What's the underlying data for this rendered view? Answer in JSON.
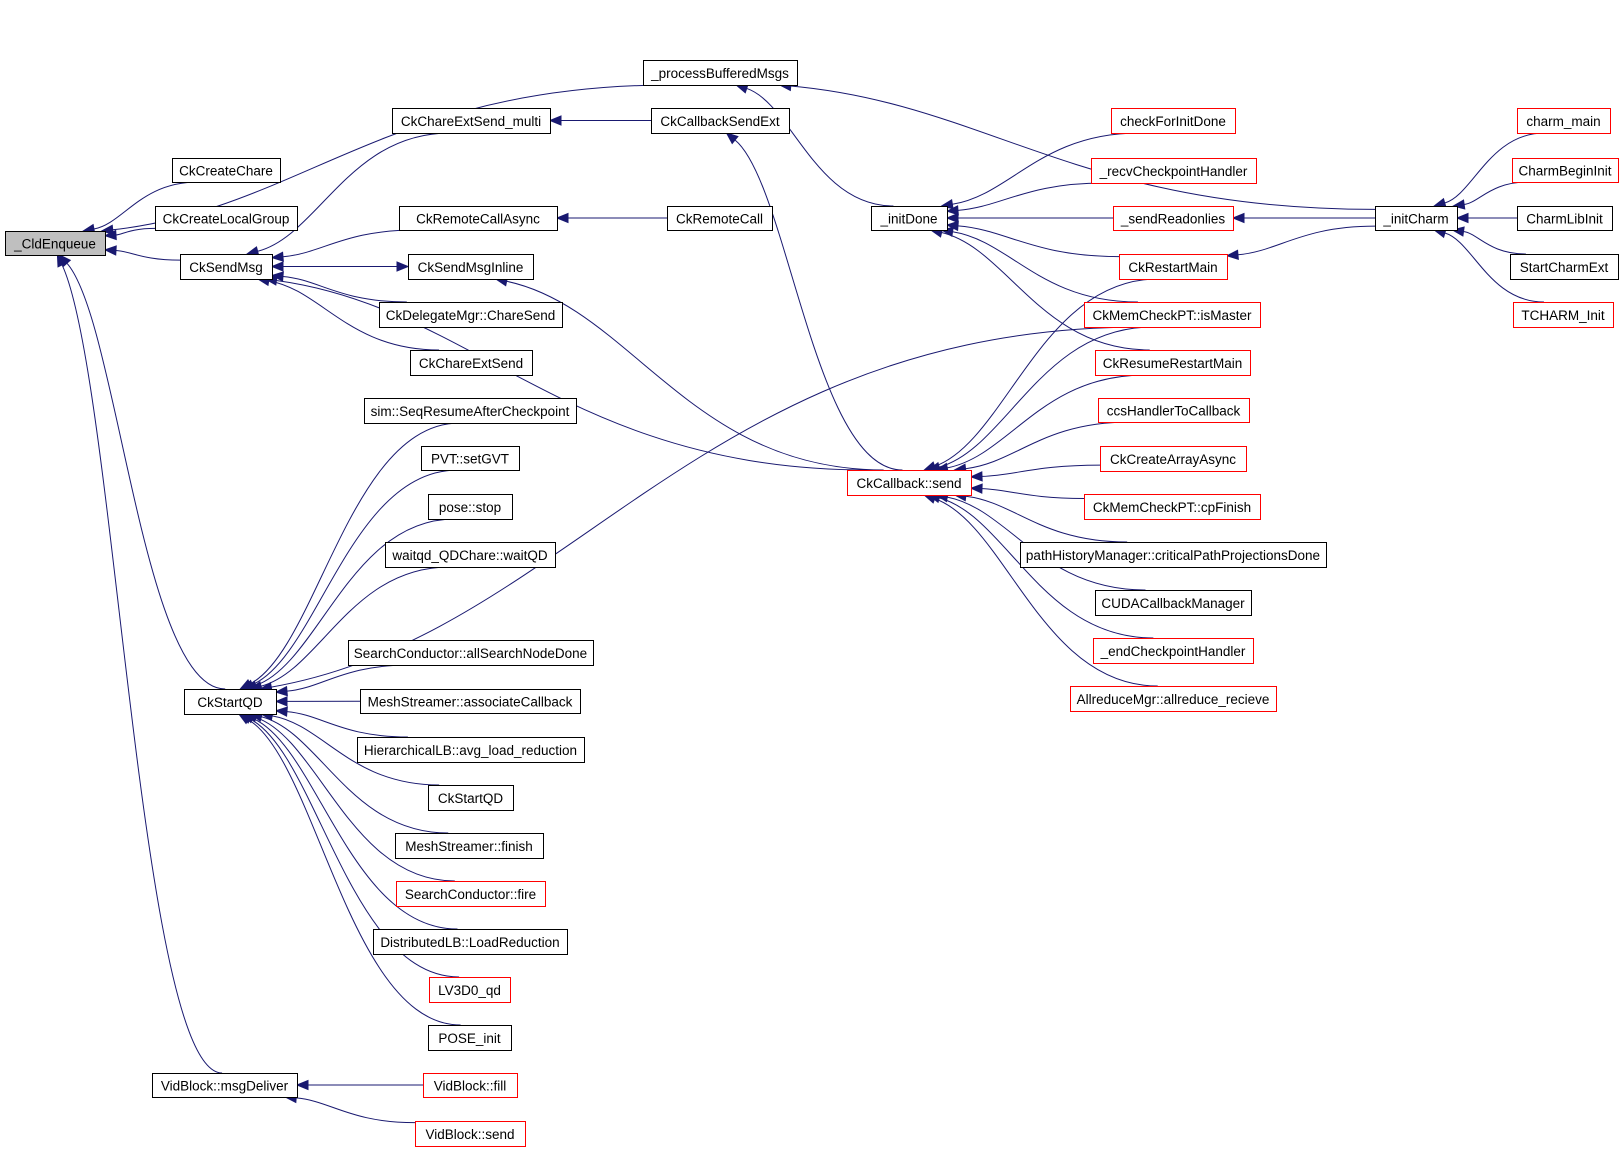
{
  "diagram": {
    "type": "call-graph",
    "title": "_CldEnqueue caller graph",
    "colors": {
      "edge": "#191970",
      "node_border": "#000000",
      "node_border_truncated": "#ff0000",
      "focus_fill": "#bfbfbf",
      "background": "#ffffff"
    },
    "nodes": [
      {
        "id": "CldEnqueue",
        "label": "_CldEnqueue",
        "style": "focus"
      },
      {
        "id": "processBufferedMsgs",
        "label": "_processBufferedMsgs",
        "style": "normal"
      },
      {
        "id": "CkCreateChare",
        "label": "CkCreateChare",
        "style": "normal"
      },
      {
        "id": "CkCreateLocalGroup",
        "label": "CkCreateLocalGroup",
        "style": "normal"
      },
      {
        "id": "CkSendMsg",
        "label": "CkSendMsg",
        "style": "normal"
      },
      {
        "id": "CkChareExtSend_multi",
        "label": "CkChareExtSend_multi",
        "style": "normal"
      },
      {
        "id": "CkCallbackSendExt",
        "label": "CkCallbackSendExt",
        "style": "normal"
      },
      {
        "id": "CkRemoteCallAsync",
        "label": "CkRemoteCallAsync",
        "style": "normal"
      },
      {
        "id": "CkRemoteCall",
        "label": "CkRemoteCall",
        "style": "normal"
      },
      {
        "id": "CkSendMsgInline",
        "label": "CkSendMsgInline",
        "style": "normal"
      },
      {
        "id": "CkDelegateMgrChareSend",
        "label": "CkDelegateMgr::ChareSend",
        "style": "normal"
      },
      {
        "id": "CkChareExtSend",
        "label": "CkChareExtSend",
        "style": "normal"
      },
      {
        "id": "simSeqResume",
        "label": "sim::SeqResumeAfterCheckpoint",
        "style": "normal"
      },
      {
        "id": "PVTsetGVT",
        "label": "PVT::setGVT",
        "style": "normal"
      },
      {
        "id": "posestop",
        "label": "pose::stop",
        "style": "normal"
      },
      {
        "id": "waitqd",
        "label": "waitqd_QDChare::waitQD",
        "style": "normal"
      },
      {
        "id": "CkStartQD",
        "label": "CkStartQD",
        "style": "normal"
      },
      {
        "id": "SearchAllDone",
        "label": "SearchConductor::allSearchNodeDone",
        "style": "normal"
      },
      {
        "id": "MeshAssoc",
        "label": "MeshStreamer::associateCallback",
        "style": "normal"
      },
      {
        "id": "HierLB",
        "label": "HierarchicalLB::avg_load_reduction",
        "style": "normal"
      },
      {
        "id": "CkStartQD2",
        "label": "CkStartQD",
        "style": "normal"
      },
      {
        "id": "MeshFinish",
        "label": "MeshStreamer::finish",
        "style": "normal"
      },
      {
        "id": "SearchFire",
        "label": "SearchConductor::fire",
        "style": "truncated"
      },
      {
        "id": "DistLB",
        "label": "DistributedLB::LoadReduction",
        "style": "normal"
      },
      {
        "id": "LV3D0qd",
        "label": "LV3D0_qd",
        "style": "truncated"
      },
      {
        "id": "POSEinit",
        "label": "POSE_init",
        "style": "normal"
      },
      {
        "id": "VidMsgDeliver",
        "label": "VidBlock::msgDeliver",
        "style": "normal"
      },
      {
        "id": "VidFill",
        "label": "VidBlock::fill",
        "style": "truncated"
      },
      {
        "id": "VidSend",
        "label": "VidBlock::send",
        "style": "truncated"
      },
      {
        "id": "initDone",
        "label": "_initDone",
        "style": "normal"
      },
      {
        "id": "CkCallbackSend",
        "label": "CkCallback::send",
        "style": "truncated"
      },
      {
        "id": "checkForInitDone",
        "label": "checkForInitDone",
        "style": "truncated"
      },
      {
        "id": "recvCheckpoint",
        "label": "_recvCheckpointHandler",
        "style": "truncated"
      },
      {
        "id": "sendReadonlies",
        "label": "_sendReadonlies",
        "style": "truncated"
      },
      {
        "id": "CkRestartMain",
        "label": "CkRestartMain",
        "style": "truncated"
      },
      {
        "id": "isMaster",
        "label": "CkMemCheckPT::isMaster",
        "style": "truncated"
      },
      {
        "id": "CkResumeRestartMain",
        "label": "CkResumeRestartMain",
        "style": "truncated"
      },
      {
        "id": "ccsHandler",
        "label": "ccsHandlerToCallback",
        "style": "truncated"
      },
      {
        "id": "CkCreateArrayAsync",
        "label": "CkCreateArrayAsync",
        "style": "truncated"
      },
      {
        "id": "cpFinish",
        "label": "CkMemCheckPT::cpFinish",
        "style": "truncated"
      },
      {
        "id": "pathHistory",
        "label": "pathHistoryManager::criticalPathProjectionsDone",
        "style": "normal"
      },
      {
        "id": "CUDACallback",
        "label": "CUDACallbackManager",
        "style": "normal"
      },
      {
        "id": "endCheckpoint",
        "label": "_endCheckpointHandler",
        "style": "truncated"
      },
      {
        "id": "allreduce",
        "label": "AllreduceMgr::allreduce_recieve",
        "style": "truncated"
      },
      {
        "id": "initCharm",
        "label": "_initCharm",
        "style": "normal"
      },
      {
        "id": "charm_main",
        "label": "charm_main",
        "style": "truncated"
      },
      {
        "id": "CharmBeginInit",
        "label": "CharmBeginInit",
        "style": "truncated"
      },
      {
        "id": "CharmLibInit",
        "label": "CharmLibInit",
        "style": "normal"
      },
      {
        "id": "StartCharmExt",
        "label": "StartCharmExt",
        "style": "normal"
      },
      {
        "id": "TCHARM_Init",
        "label": "TCHARM_Init",
        "style": "truncated"
      }
    ],
    "edges": [
      [
        "processBufferedMsgs",
        "CldEnqueue"
      ],
      [
        "CkCreateChare",
        "CldEnqueue"
      ],
      [
        "CkCreateLocalGroup",
        "CldEnqueue"
      ],
      [
        "CkSendMsg",
        "CldEnqueue"
      ],
      [
        "CkStartQD",
        "CldEnqueue"
      ],
      [
        "VidMsgDeliver",
        "CldEnqueue"
      ],
      [
        "CkChareExtSend_multi",
        "CkSendMsg"
      ],
      [
        "CkCallbackSend",
        "CkSendMsg"
      ],
      [
        "CkRemoteCallAsync",
        "CkSendMsg"
      ],
      [
        "CkSendMsg",
        "CkSendMsgInline"
      ],
      [
        "CkSendMsgInline",
        "CkSendMsg"
      ],
      [
        "CkDelegateMgrChareSend",
        "CkSendMsg"
      ],
      [
        "CkChareExtSend",
        "CkSendMsg"
      ],
      [
        "CkCallbackSendExt",
        "CkChareExtSend_multi"
      ],
      [
        "CkRemoteCall",
        "CkRemoteCallAsync"
      ],
      [
        "CkCallbackSend",
        "CkSendMsgInline"
      ],
      [
        "initDone",
        "processBufferedMsgs"
      ],
      [
        "initCharm",
        "processBufferedMsgs"
      ],
      [
        "CkCallbackSend",
        "CkCallbackSendExt"
      ],
      [
        "simSeqResume",
        "CkStartQD"
      ],
      [
        "PVTsetGVT",
        "CkStartQD"
      ],
      [
        "posestop",
        "CkStartQD"
      ],
      [
        "waitqd",
        "CkStartQD"
      ],
      [
        "isMaster",
        "CkStartQD"
      ],
      [
        "SearchAllDone",
        "CkStartQD"
      ],
      [
        "MeshAssoc",
        "CkStartQD"
      ],
      [
        "HierLB",
        "CkStartQD"
      ],
      [
        "CkStartQD2",
        "CkStartQD"
      ],
      [
        "MeshFinish",
        "CkStartQD"
      ],
      [
        "SearchFire",
        "CkStartQD"
      ],
      [
        "DistLB",
        "CkStartQD"
      ],
      [
        "LV3D0qd",
        "CkStartQD"
      ],
      [
        "POSEinit",
        "CkStartQD"
      ],
      [
        "VidFill",
        "VidMsgDeliver"
      ],
      [
        "VidSend",
        "VidMsgDeliver"
      ],
      [
        "checkForInitDone",
        "initDone"
      ],
      [
        "recvCheckpoint",
        "initDone"
      ],
      [
        "sendReadonlies",
        "initDone"
      ],
      [
        "CkRestartMain",
        "initDone"
      ],
      [
        "isMaster",
        "initDone"
      ],
      [
        "CkResumeRestartMain",
        "initDone"
      ],
      [
        "CkRestartMain",
        "CkCallbackSend"
      ],
      [
        "isMaster",
        "CkCallbackSend"
      ],
      [
        "CkResumeRestartMain",
        "CkCallbackSend"
      ],
      [
        "ccsHandler",
        "CkCallbackSend"
      ],
      [
        "CkCreateArrayAsync",
        "CkCallbackSend"
      ],
      [
        "cpFinish",
        "CkCallbackSend"
      ],
      [
        "pathHistory",
        "CkCallbackSend"
      ],
      [
        "CUDACallback",
        "CkCallbackSend"
      ],
      [
        "endCheckpoint",
        "CkCallbackSend"
      ],
      [
        "allreduce",
        "CkCallbackSend"
      ],
      [
        "initCharm",
        "sendReadonlies"
      ],
      [
        "initCharm",
        "CkRestartMain"
      ],
      [
        "charm_main",
        "initCharm"
      ],
      [
        "CharmBeginInit",
        "initCharm"
      ],
      [
        "CharmLibInit",
        "initCharm"
      ],
      [
        "StartCharmExt",
        "initCharm"
      ],
      [
        "TCHARM_Init",
        "initCharm"
      ]
    ]
  }
}
